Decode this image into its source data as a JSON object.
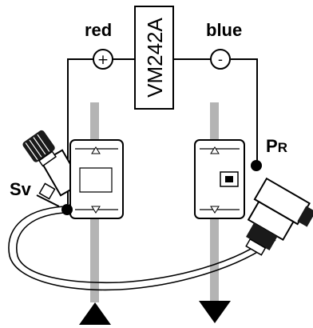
{
  "meter": {
    "label": "VM242A"
  },
  "wires": {
    "left": {
      "label": "red",
      "terminal": "+"
    },
    "right": {
      "label": "blue",
      "terminal": "-"
    }
  },
  "valves": {
    "supply": {
      "label": "Sv"
    },
    "return": {
      "label": "PR"
    }
  },
  "flow": {
    "left_direction": "up",
    "right_direction": "down"
  },
  "colors": {
    "pipe": "#b4b4b4",
    "line": "#000000",
    "background": "#ffffff"
  }
}
